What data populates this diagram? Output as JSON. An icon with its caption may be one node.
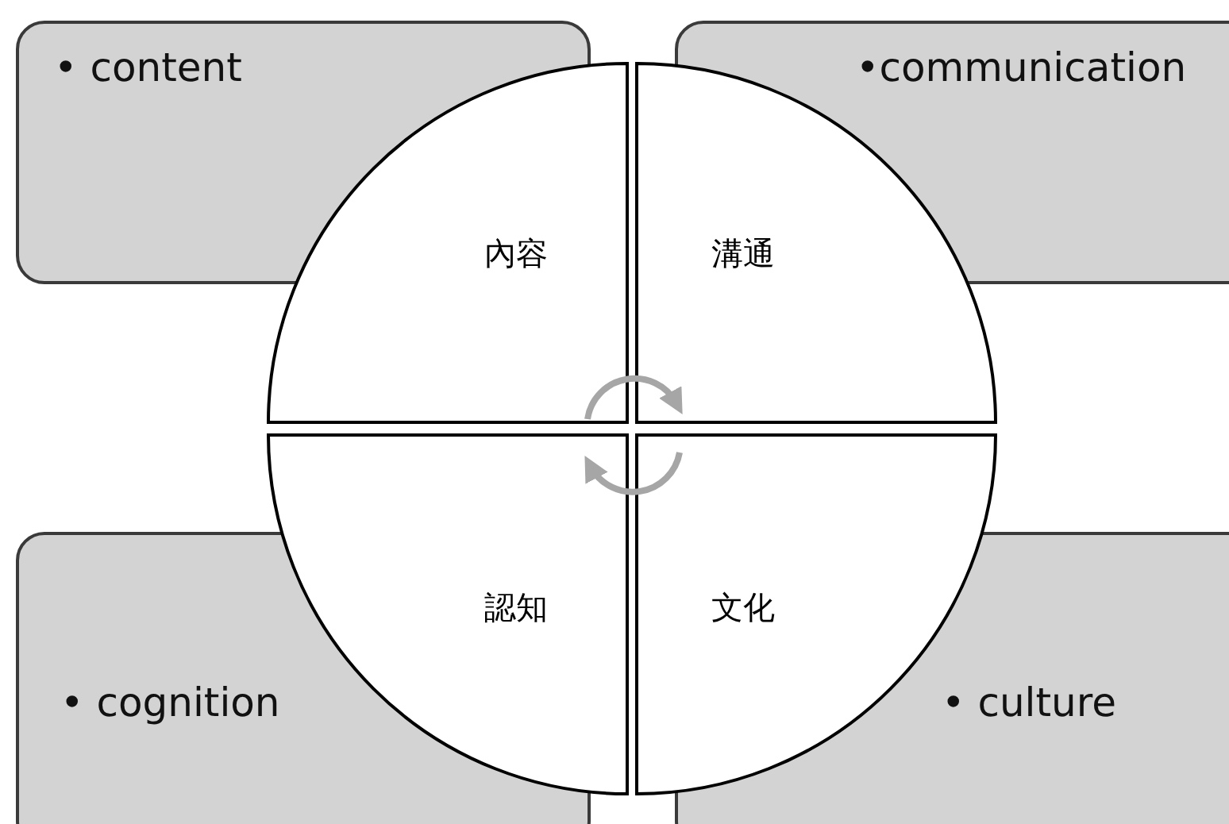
{
  "diagram": {
    "nodes": [
      {
        "text": [
          "• content"
        ]
      },
      {
        "text": [
          "•communication"
        ]
      },
      {
        "text": [
          "• cognition"
        ]
      },
      {
        "text": [
          "• culture"
        ]
      },
      {
        "text": [
          "內容"
        ]
      },
      {
        "text": [
          "溝通"
        ]
      },
      {
        "text": [
          "認知"
        ]
      },
      {
        "text": [
          "文化"
        ]
      }
    ],
    "edges": [
      {
        "from": 4,
        "to": 5,
        "arrow": "to"
      },
      {
        "from": 7,
        "to": 6,
        "arrow": "to"
      }
    ]
  }
}
